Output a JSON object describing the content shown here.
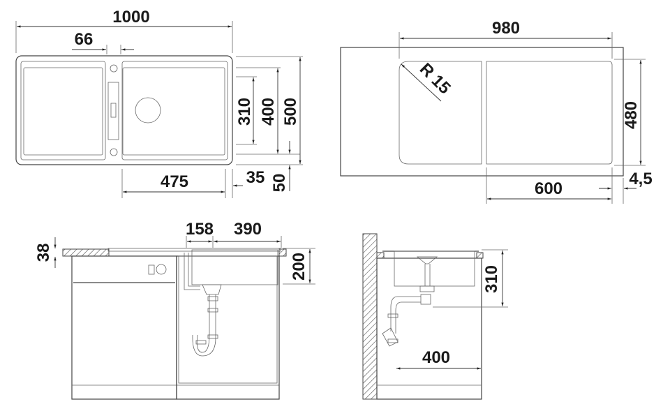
{
  "top_view": {
    "overall_width": "1000",
    "strip_width": "66",
    "bowl_depth": "310",
    "inner_depth": "400",
    "overall_depth": "500",
    "bowl_width": "475",
    "edge_offset": "35",
    "front_offset": "50"
  },
  "cutout_view": {
    "cutout_width": "980",
    "corner_radius": "R 15",
    "cutout_depth": "480",
    "bowl_cutout_width": "600",
    "edge_offset": "4,5"
  },
  "front_view": {
    "countertop_thickness": "38",
    "drain_offset": "158",
    "bowl_width": "390",
    "bowl_depth": "200"
  },
  "side_view": {
    "bowl_depth": "310",
    "cabinet_depth": "400"
  }
}
